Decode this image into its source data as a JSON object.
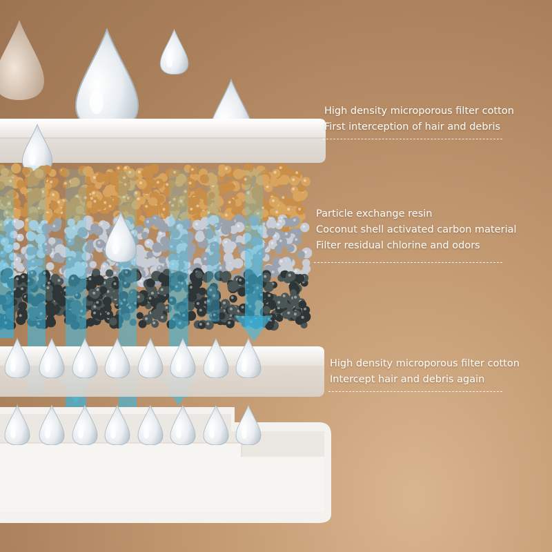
{
  "labels": {
    "top": {
      "line1": "High density microporous filter cotton",
      "line2": "First interception of hair and debris"
    },
    "middle": {
      "line1": "Particle exchange resin",
      "line2": "Coconut shell activated carbon material",
      "line3": "Filter residual chlorine and odors"
    },
    "bottom": {
      "line1": "High density microporous filter cotton",
      "line2": "Intercept hair and debris again"
    }
  },
  "colors": {
    "background": "#b58b64",
    "filter_plate": "#f3f1ee",
    "water_flow": "#4cc8ea",
    "resin": "#d9a55e",
    "carbon_light": "#c9ced6",
    "carbon_dark": "#2e3536"
  }
}
